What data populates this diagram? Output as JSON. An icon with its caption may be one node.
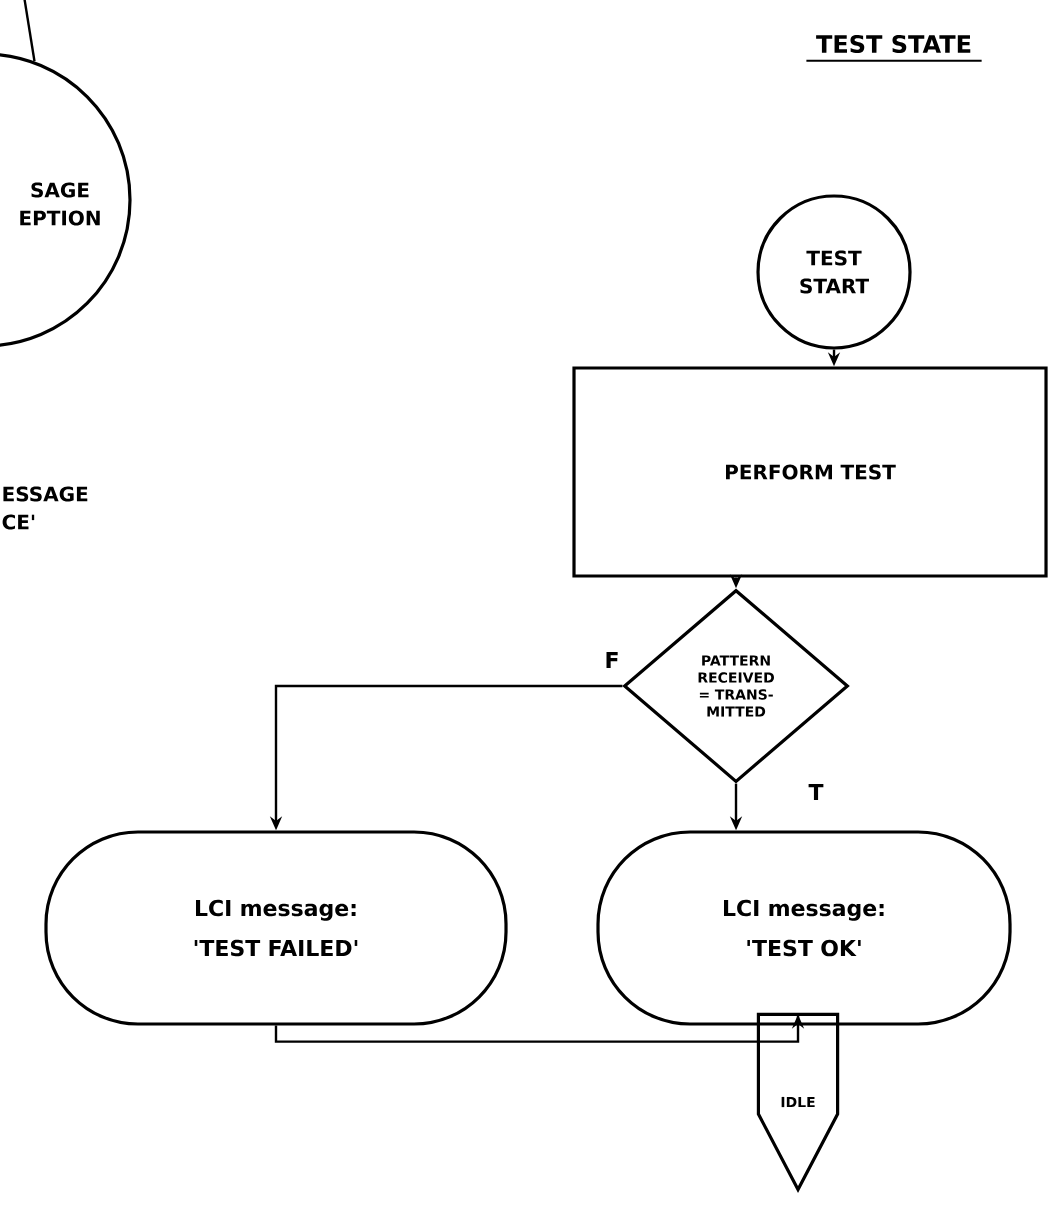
{
  "diagram": {
    "title": "TEST STATE",
    "nodes": [
      {
        "text": [
          "SAGE EPTION"
        ]
      },
      {
        "text": [
          "TEST START"
        ]
      },
      {
        "text": [
          "PERFORM TEST"
        ]
      },
      {
        "text": [
          "PATTERN RECEIVED = TRANS- MITTED"
        ]
      },
      {
        "text": [
          "LCI message: 'TEST FAILED'"
        ]
      },
      {
        "text": [
          "LCI message: 'TEST OK'"
        ]
      },
      {
        "text": [
          "IDLE"
        ]
      }
    ],
    "edges": [
      {
        "from": null,
        "to": 0,
        "arrow": "none"
      },
      {
        "from": 1,
        "to": 2,
        "arrow": "to"
      },
      {
        "from": 2,
        "to": 3,
        "arrow": "to"
      },
      {
        "from": 3,
        "to": 4,
        "arrow": "to",
        "label": "F"
      },
      {
        "from": 3,
        "to": 5,
        "arrow": "to",
        "label": "T"
      },
      {
        "from": 4,
        "to": 6,
        "arrow": "to"
      },
      {
        "from": 5,
        "to": 6,
        "arrow": "none"
      }
    ],
    "labels": [
      "ESSAGE CE'"
    ]
  }
}
